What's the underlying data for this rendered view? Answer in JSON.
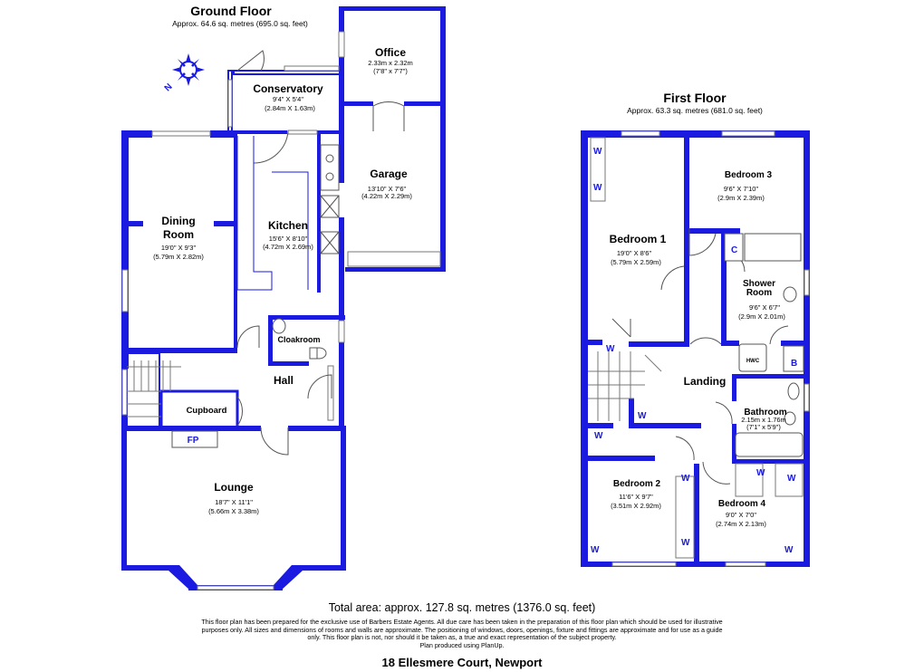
{
  "ground_floor": {
    "title": "Ground Floor",
    "area": "Approx. 64.6 sq. metres (695.0 sq. feet)",
    "rooms": {
      "office": {
        "name": "Office",
        "dim1": "2.33m x 2.32m",
        "dim2": "(7'8\" x 7'7\")"
      },
      "conservatory": {
        "name": "Conservatory",
        "dim1": "9'4\" X 5'4\"",
        "dim2": "(2.84m X 1.63m)"
      },
      "garage": {
        "name": "Garage",
        "dim1": "13'10\" X 7'6\"",
        "dim2": "(4.22m X 2.29m)"
      },
      "dining": {
        "name1": "Dining",
        "name2": "Room",
        "dim1": "19'0\" X 9'3\"",
        "dim2": "(5.79m X 2.82m)"
      },
      "kitchen": {
        "name": "Kitchen",
        "dim1": "15'6\" X 8'10\"",
        "dim2": "(4.72m X 2.69m)"
      },
      "cloakroom": {
        "name": "Cloakroom"
      },
      "hall": {
        "name": "Hall"
      },
      "cupboard": {
        "name": "Cupboard"
      },
      "fireplace": {
        "name": "FP"
      },
      "lounge": {
        "name": "Lounge",
        "dim1": "18'7\" X 11'1\"",
        "dim2": "(5.66m X 3.38m)"
      }
    }
  },
  "first_floor": {
    "title": "First Floor",
    "area": "Approx. 63.3 sq. metres (681.0 sq. feet)",
    "rooms": {
      "bedroom1": {
        "name": "Bedroom 1",
        "dim1": "19'0\" X 8'6\"",
        "dim2": "(5.79m X 2.59m)"
      },
      "bedroom3": {
        "name": "Bedroom 3",
        "dim1": "9'6\" X 7'10\"",
        "dim2": "(2.9m X 2.39m)"
      },
      "shower": {
        "name1": "Shower",
        "name2": "Room",
        "dim1": "9'6\" X 6'7\"",
        "dim2": "(2.9m X 2.01m)"
      },
      "landing": {
        "name": "Landing"
      },
      "bathroom": {
        "name": "Bathroom",
        "dim1": "2.15m x 1.76m",
        "dim2": "(7'1\" x 5'9\")"
      },
      "bedroom2": {
        "name": "Bedroom 2",
        "dim1": "11'6\" X 9'7\"",
        "dim2": "(3.51m X 2.92m)"
      },
      "bedroom4": {
        "name": "Bedroom 4",
        "dim1": "9'0\" X 7'0\"",
        "dim2": "(2.74m X 2.13m)"
      },
      "hwc": {
        "name": "HWC"
      }
    },
    "tags": {
      "wardrobe": "W",
      "cupboard": "C",
      "boiler": "B"
    }
  },
  "total_area": "Total area: approx. 127.8 sq. metres (1376.0 sq. feet)",
  "disclaimer": [
    "This floor plan has been prepared for the exclusive use of Barbers Estate Agents. All due care has been taken in the preparation of this floor plan which should be used for illustrative",
    "purposes only. All sizes and dimensions of rooms and walls are approximate. The positioning of windows, doors, openings, fixture and fittings are approximate and for use as a guide",
    "only. This floor plan is not, nor should it be taken as, a true and exact representation of the subject property.",
    "Plan produced using PlanUp."
  ],
  "address": "18 Ellesmere Court, Newport",
  "compass_label": "N",
  "colors": {
    "walls": "#1a1ae0",
    "background": "#ffffff",
    "text": "#000000"
  }
}
